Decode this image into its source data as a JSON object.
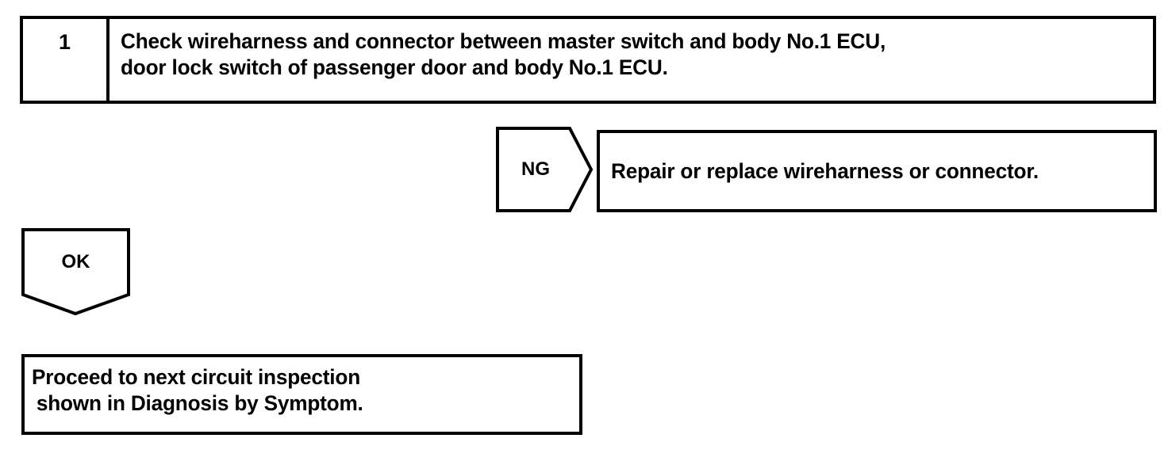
{
  "document": {
    "type": "troubleshooting-flowchart",
    "background_color": "#ffffff",
    "line_color": "#000000"
  },
  "step": {
    "number": "1",
    "instruction_line1": "Check wireharness and connector between master switch and body No.1 ECU,",
    "instruction_line2": "door lock switch of passenger door and body No.1 ECU."
  },
  "branch_ng": {
    "label": "NG",
    "result_text": "Repair or replace wireharness or connector."
  },
  "branch_ok": {
    "label": "OK"
  },
  "final": {
    "line1": "Proceed to next circuit inspection",
    "line2": "shown in Diagnosis by Symptom."
  }
}
